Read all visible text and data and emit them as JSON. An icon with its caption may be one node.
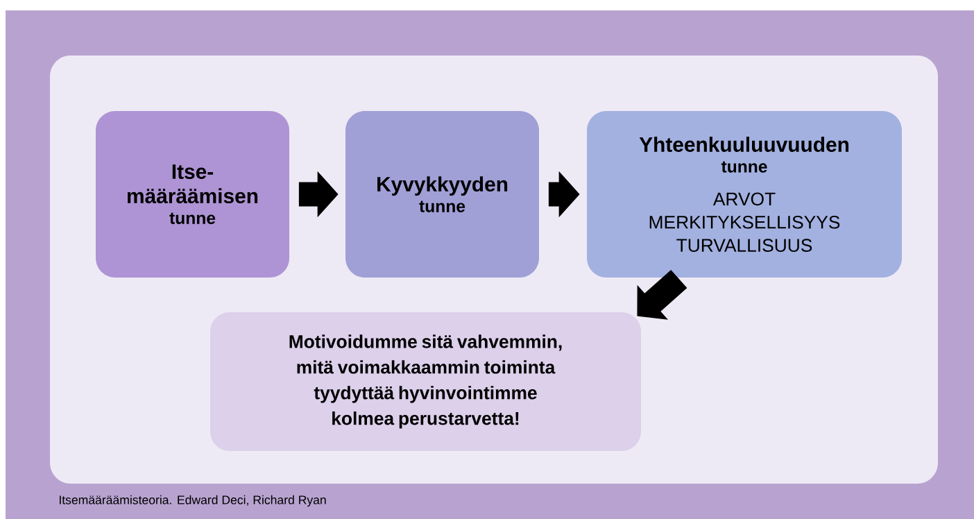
{
  "diagram": {
    "caption": "Itsemääräämisteoria. Edward Deci, Richard Ryan",
    "nodes": [
      {
        "text": [
          "Itse- määräämisen",
          "tunne"
        ]
      },
      {
        "text": [
          "Kyvykkyyden",
          "tunne"
        ]
      },
      {
        "text": [
          "Yhteenkuuluuvuuden",
          "tunne",
          "ARVOT",
          "MERKITYKSELLISYYS",
          "TURVALLISUUS"
        ]
      },
      {
        "text": [
          "Motivoidumme sitä vahvemmin, mitä voimakkaammin toiminta tyydyttää hyvinvointimme kolmea perustarvetta!"
        ]
      }
    ],
    "edges": [
      {
        "from": 0,
        "to": 1,
        "arrow": "to"
      },
      {
        "from": 1,
        "to": 2,
        "arrow": "to"
      },
      {
        "from": 2,
        "to": 3,
        "arrow": "to"
      }
    ]
  }
}
